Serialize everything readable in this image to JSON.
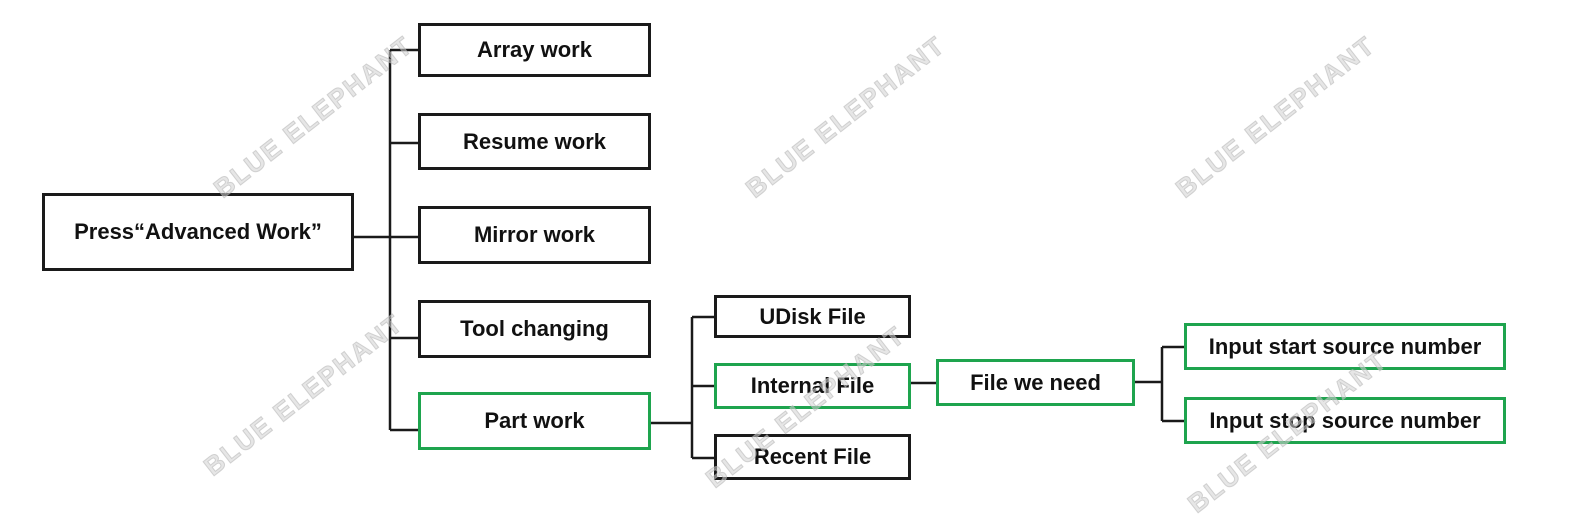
{
  "diagram": {
    "root": "Press“Advanced Work”",
    "branches": [
      "Array work",
      "Resume work",
      "Mirror work",
      "Tool changing",
      "Part work"
    ],
    "file_options": [
      "UDisk File",
      "Internal File",
      "Recent File"
    ],
    "file_step": "File we need",
    "inputs": [
      "Input start source number",
      "Input stop source number"
    ],
    "highlight_color": "#1ea44e",
    "border_color": "#1a1a1a"
  },
  "watermark": "BLUE ELEPHANT"
}
